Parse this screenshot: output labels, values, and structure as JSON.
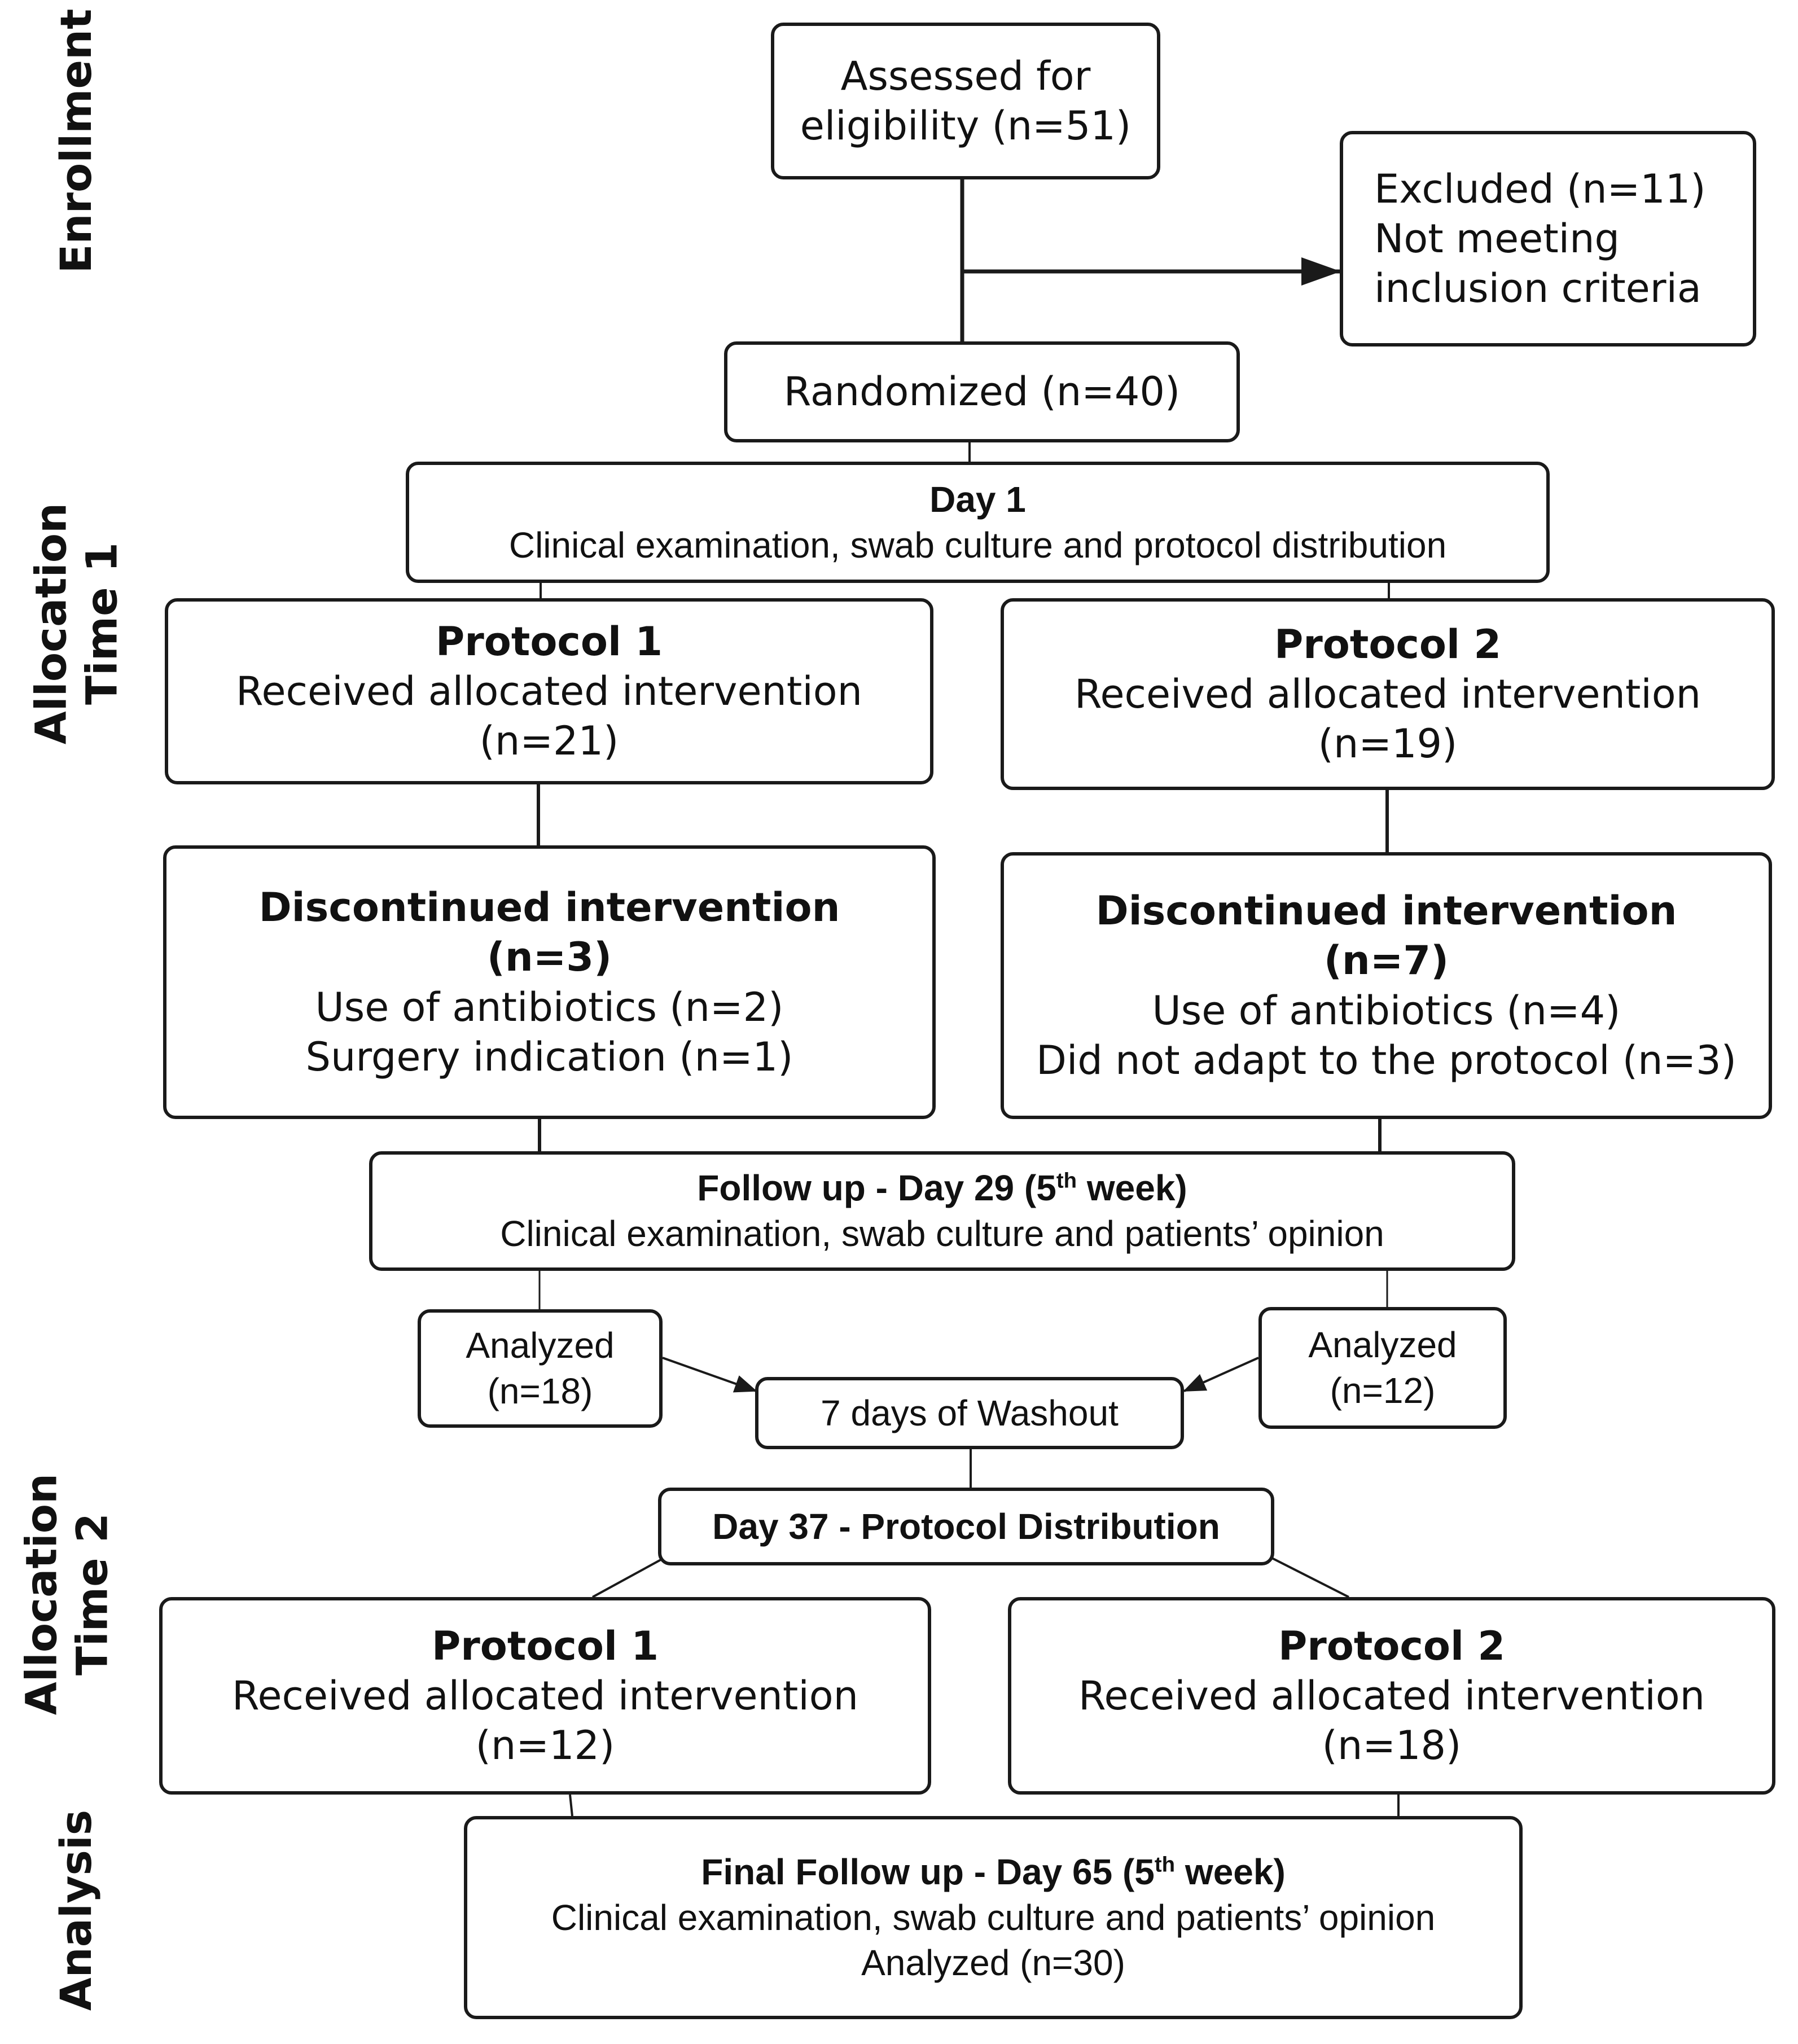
{
  "sections": {
    "enrollment": "Enrollment",
    "allocation_time1": [
      "Allocation",
      "Time 1"
    ],
    "allocation_time2": [
      "Allocation",
      "Time 2"
    ],
    "analysis": "Analysis"
  },
  "boxes": {
    "assessed": {
      "lines": [
        "Assessed for",
        "eligibility (n=51)"
      ]
    },
    "excluded": {
      "lines": [
        "Excluded (n=11)",
        "Not meeting",
        "inclusion criteria"
      ]
    },
    "randomized": {
      "text": "Randomized (n=40)"
    },
    "day1": {
      "title": "Day 1",
      "text": "Clinical examination, swab culture and protocol distribution"
    },
    "t1_protocol1": {
      "title": "Protocol 1",
      "text": "Received allocated intervention",
      "n": "(n=21)"
    },
    "t1_protocol2": {
      "title": "Protocol 2",
      "text": "Received allocated intervention",
      "n": "(n=19)"
    },
    "disc1": {
      "title": "Discontinued intervention",
      "n": "(n=3)",
      "reasons": [
        "Use of antibiotics (n=2)",
        "Surgery indication (n=1)"
      ]
    },
    "disc2": {
      "title": "Discontinued intervention",
      "n": "(n=7)",
      "reasons": [
        "Use of antibiotics (n=4)",
        "Did not adapt to the protocol (n=3)"
      ]
    },
    "followup": {
      "title_pre": "Follow up - Day 29 (5",
      "title_sup": "th",
      "title_post": " week)",
      "text": "Clinical examination, swab culture and patients’ opinion"
    },
    "analyzed1": {
      "lines": [
        "Analyzed",
        "(n=18)"
      ]
    },
    "analyzed2": {
      "lines": [
        "Analyzed",
        "(n=12)"
      ]
    },
    "washout": {
      "text": "7 days of  Washout"
    },
    "day37": {
      "text": "Day 37 - Protocol Distribution"
    },
    "t2_protocol1": {
      "title": "Protocol 1",
      "text": "Received allocated intervention",
      "n": "(n=12)"
    },
    "t2_protocol2": {
      "title": "Protocol 2",
      "text": "Received allocated intervention",
      "n": "(n=18)"
    },
    "final": {
      "title_pre": "Final Follow up - Day 65 (5",
      "title_sup": "th",
      "title_post": " week)",
      "text": "Clinical examination, swab culture and patients’ opinion",
      "analyzed": "Analyzed (n=30)"
    }
  },
  "colors": {
    "stroke": "#1a1a1a",
    "background": "#ffffff",
    "text": "#111111"
  }
}
